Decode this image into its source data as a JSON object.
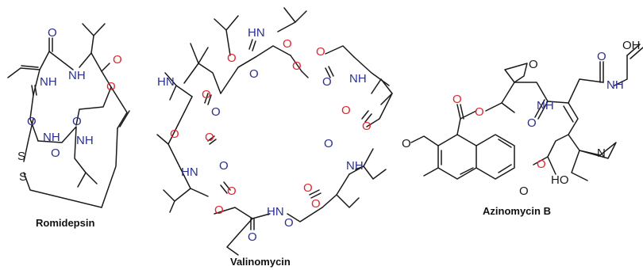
{
  "colors": {
    "bond": "#1a1a1a",
    "oxygen": "#e8232a",
    "nitrogen": "#2b2f8f",
    "label": "#111111"
  },
  "molecules": [
    {
      "label": "Romidepsin"
    },
    {
      "label": "Valinomycin"
    },
    {
      "label": "Azinomycin B"
    }
  ],
  "atoms": {
    "O": "O",
    "NH": "NH",
    "HN": "HN",
    "S": "S",
    "N": "N",
    "OH": "OH",
    "HO": "HO"
  }
}
